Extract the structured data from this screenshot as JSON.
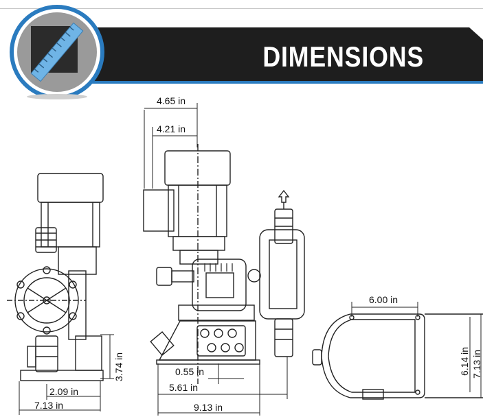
{
  "header": {
    "title": "DIMENSIONS",
    "icon": "ruler-icon",
    "colors": {
      "banner": "#1e1e1e",
      "accent_blue": "#2a7bbf",
      "badge_gray": "#9a9a9a"
    }
  },
  "dimensions": {
    "top_width_outer": "4.65 in",
    "top_width_inner": "4.21 in",
    "base_height": "3.74 in",
    "side_offset": "2.09 in",
    "side_depth": "7.13 in",
    "front_small": "0.55 in",
    "front_mid": "5.61 in",
    "front_total": "9.13 in",
    "top_view_width": "6.00 in",
    "top_view_inner_height": "6.14 in",
    "top_view_outer_height": "7.13 in"
  }
}
